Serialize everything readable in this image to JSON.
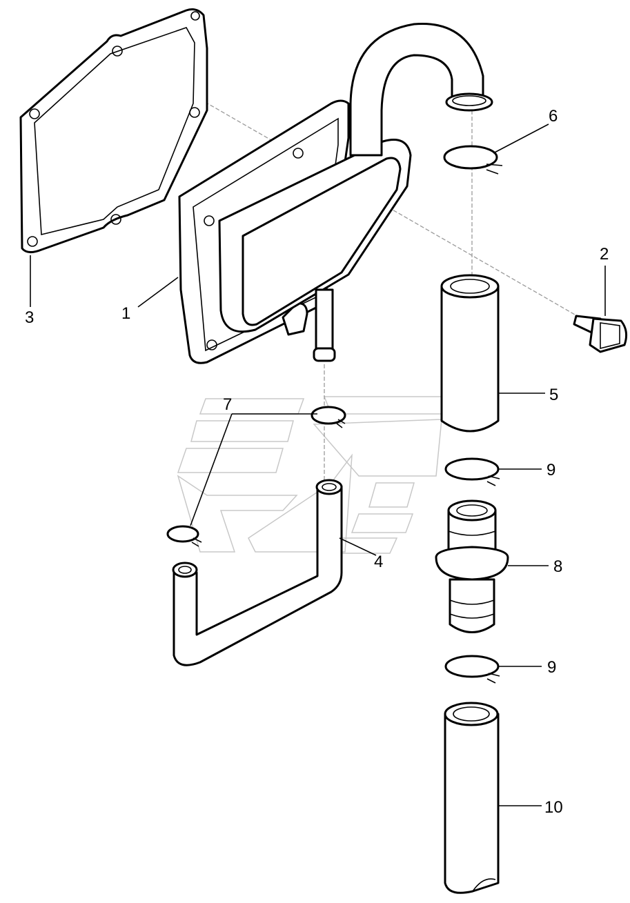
{
  "callouts": [
    {
      "id": "1",
      "text": "1"
    },
    {
      "id": "2",
      "text": "2"
    },
    {
      "id": "3",
      "text": "3"
    },
    {
      "id": "4",
      "text": "4"
    },
    {
      "id": "5",
      "text": "5"
    },
    {
      "id": "6",
      "text": "6"
    },
    {
      "id": "7",
      "text": "7"
    },
    {
      "id": "8",
      "text": "8"
    },
    {
      "id": "9a",
      "text": "9"
    },
    {
      "id": "9b",
      "text": "9"
    },
    {
      "id": "10",
      "text": "10"
    }
  ],
  "colors": {
    "line": "#000000",
    "watermark": "#c8c8c8",
    "background": "#ffffff"
  }
}
